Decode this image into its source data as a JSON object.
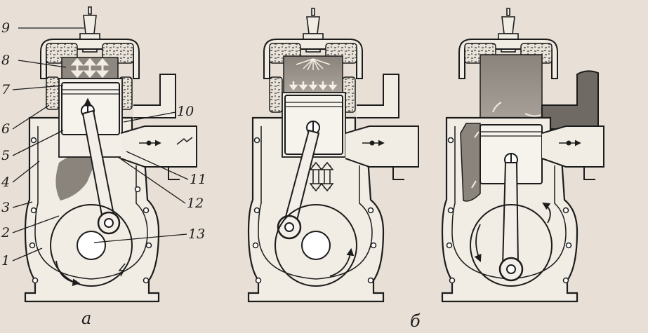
{
  "title": "",
  "figure": {
    "panel_labels": {
      "a": "а",
      "b": "б"
    }
  },
  "callouts": {
    "n1": "1",
    "n2": "2",
    "n3": "3",
    "n4": "4",
    "n5": "5",
    "n6": "6",
    "n7": "7",
    "n8": "8",
    "n9": "9",
    "n10": "10",
    "n11": "11",
    "n12": "12",
    "n13": "13"
  },
  "colors": {
    "background": "#e8e0d6",
    "metal_outline": "#1c1c1c",
    "gas": "#7d7771",
    "cylinder_wall": "#d9d1c6"
  }
}
